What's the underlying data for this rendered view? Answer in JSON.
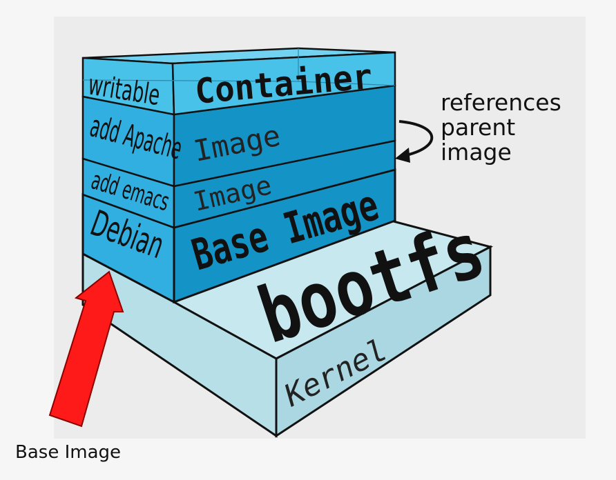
{
  "colors": {
    "background": "#f6f6f6",
    "panel": "#ececec",
    "container_light": "#49c2ea",
    "container_top": "#72d2f1",
    "layer_side": "#31afe0",
    "layer_front": "#1493c6",
    "kernel_top": "#c8e8ef",
    "kernel_front": "#aad7e1",
    "kernel_side": "#b7dfe8",
    "arrow_red": "#ff1a1a",
    "outline": "#111111"
  },
  "stack": {
    "container_left": "writable",
    "container_front": "Container",
    "apache_left": "add Apache",
    "apache_front": "Image",
    "emacs_left": "add emacs",
    "emacs_front": "Image",
    "debian_left": "Debian",
    "debian_front": "Base Image"
  },
  "kernel": {
    "top_label": "bootfs",
    "front_label": "Kernel"
  },
  "annotations": {
    "references": [
      "references",
      "parent",
      "image"
    ],
    "base_image": "Base Image"
  }
}
